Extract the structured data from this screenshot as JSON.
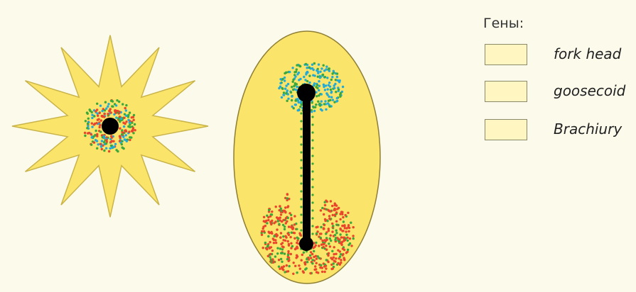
{
  "legend": {
    "title": "Гены:",
    "items": [
      {
        "label": "fork head",
        "color": "#3aa83a"
      },
      {
        "label": "goosecoid",
        "color": "#21a9d8"
      },
      {
        "label": "Brachiury",
        "color": "#e8452b"
      }
    ]
  },
  "colors": {
    "background": "#fcfaeb",
    "embryo_fill": "#fbe46a",
    "embryo_outline": "#9a8a3a",
    "structure": "#000000"
  }
}
